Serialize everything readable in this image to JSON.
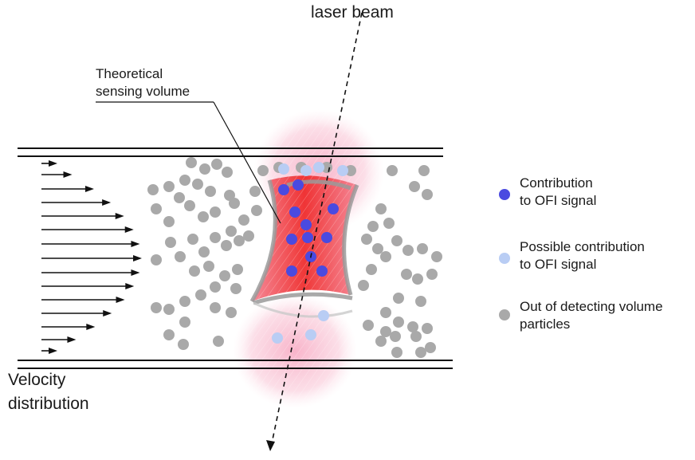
{
  "labels": {
    "laser_beam": "laser beam",
    "theoretical_line1": "Theoretical",
    "theoretical_line2": "sensing volume",
    "velocity_line1": "Velocity",
    "velocity_line2": "distribution"
  },
  "legend": [
    {
      "line1": "Contribution",
      "line2": "to OFI signal",
      "color": "#4a4ae0"
    },
    {
      "line1": "Possible contribution",
      "line2": "to OFI signal",
      "color": "#b9cdf4"
    },
    {
      "line1": "Out of detecting volume",
      "line2": "particles",
      "color": "#a9a9a9"
    }
  ],
  "colors": {
    "lines": "#111111",
    "beam_red": "#ee2222",
    "beam_pink": "#f7a6c0",
    "grey_particle": "#a9a9a9",
    "blue_particle": "#4a4ae0",
    "lightblue_particle": "#b9cdf4"
  }
}
